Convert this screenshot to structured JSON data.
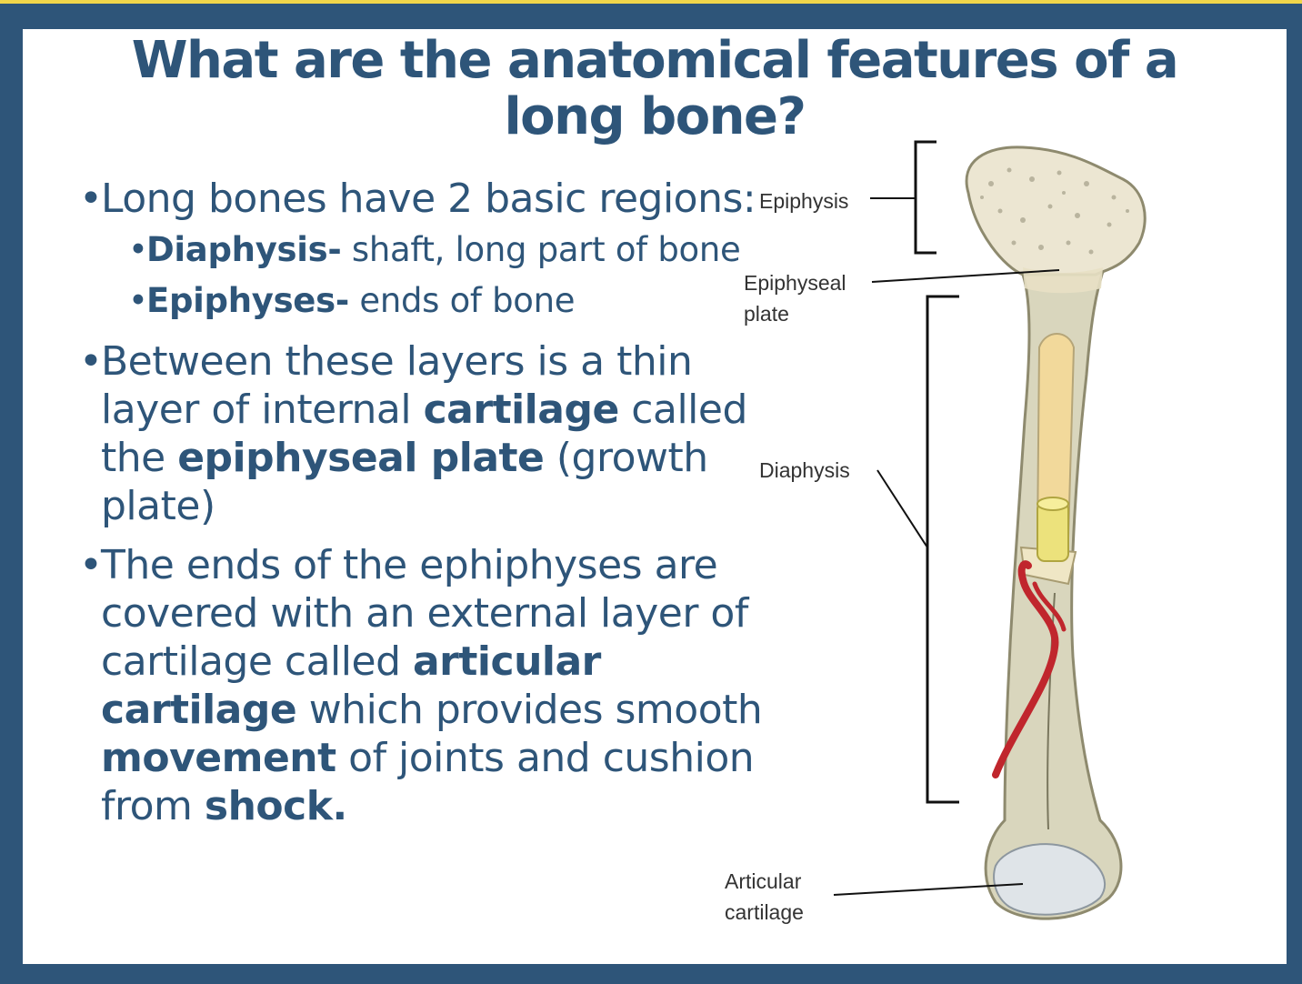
{
  "title": {
    "line1": "What are the anatomical features of a",
    "line2": "long bone?"
  },
  "bullets": [
    {
      "text": "Long bones have 2 basic regions:",
      "subs": [
        {
          "bold": "Diaphysis-",
          "text": " shaft, long part of bone"
        },
        {
          "bold": "Epiphyses-",
          "text": " ends of bone"
        }
      ]
    },
    {
      "parts": [
        {
          "t": "Between these layers is a thin layer of internal ",
          "b": false
        },
        {
          "t": "cartilage",
          "b": true
        },
        {
          "t": " called the ",
          "b": false
        },
        {
          "t": "epiphyseal plate",
          "b": true
        },
        {
          "t": " (growth plate)",
          "b": false
        }
      ]
    },
    {
      "parts": [
        {
          "t": "The ends of the ephiphyses are covered with an external layer of cartilage called ",
          "b": false
        },
        {
          "t": "articular cartilage",
          "b": true
        },
        {
          "t": " which provides smooth ",
          "b": false
        },
        {
          "t": "movement",
          "b": true
        },
        {
          "t": " of joints and cushion from ",
          "b": false
        },
        {
          "t": "shock.",
          "b": true
        }
      ]
    }
  ],
  "diagram_labels": {
    "epiphysis": "Epiphysis",
    "epiphyseal_plate_line1": "Epiphyseal",
    "epiphyseal_plate_line2": "plate",
    "diaphysis": "Diaphysis",
    "articular_line1": "Articular",
    "articular_line2": "cartilage"
  },
  "colors": {
    "frame": "#2e5579",
    "accent_top": "#f1d64a",
    "text": "#2e5579",
    "artery": "#c0262d",
    "marrow": "#f2d99b",
    "bone_shaft": "#d9d6bd"
  }
}
